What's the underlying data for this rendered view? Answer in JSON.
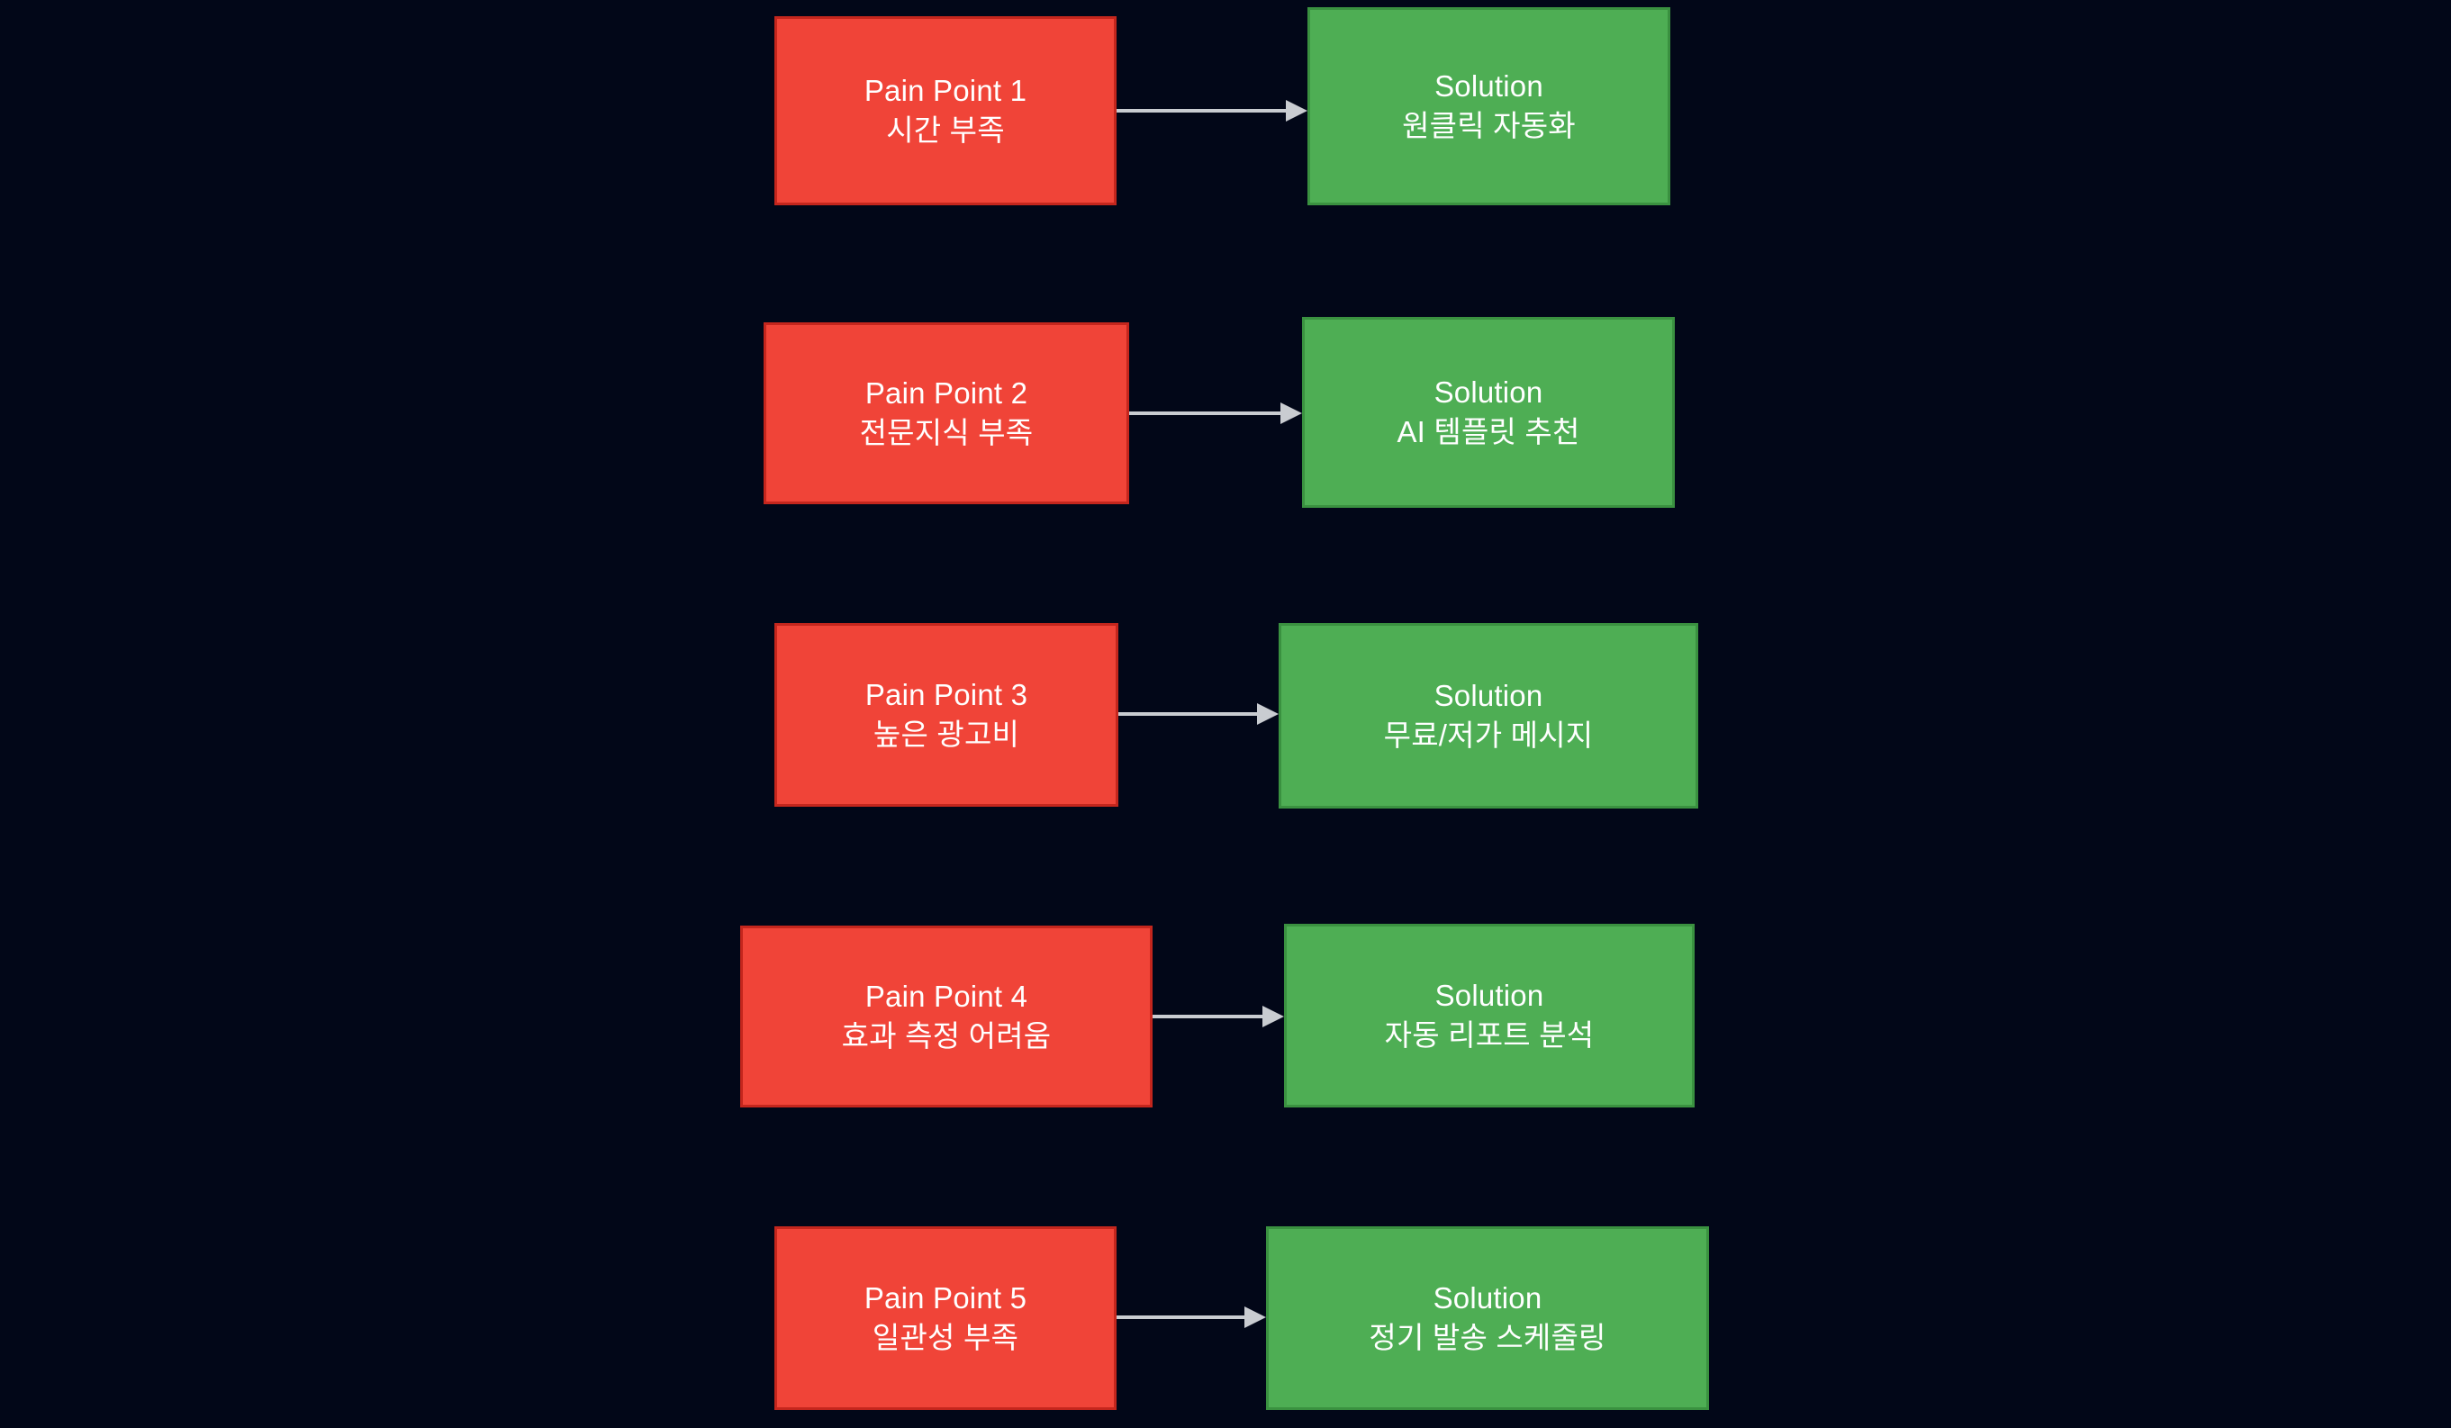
{
  "diagram": {
    "type": "flowchart",
    "background_color": "#020718",
    "pain_color": "#f04438",
    "solution_color": "#4eae54",
    "arrow_color": "#c9ccd1",
    "text_color": "#ffffff",
    "rows": [
      {
        "pain": {
          "title": "Pain Point 1",
          "detail": "시간 부족"
        },
        "solution": {
          "title": "Solution",
          "detail": "원클릭 자동화"
        },
        "arrow": "arrow-right"
      },
      {
        "pain": {
          "title": "Pain Point 2",
          "detail": "전문지식 부족"
        },
        "solution": {
          "title": "Solution",
          "detail": "AI 템플릿 추천"
        },
        "arrow": "arrow-right"
      },
      {
        "pain": {
          "title": "Pain Point 3",
          "detail": "높은 광고비"
        },
        "solution": {
          "title": "Solution",
          "detail": "무료/저가 메시지"
        },
        "arrow": "arrow-right"
      },
      {
        "pain": {
          "title": "Pain Point 4",
          "detail": "효과 측정 어려움"
        },
        "solution": {
          "title": "Solution",
          "detail": "자동 리포트 분석"
        },
        "arrow": "arrow-right"
      },
      {
        "pain": {
          "title": "Pain Point 5",
          "detail": "일관성 부족"
        },
        "solution": {
          "title": "Solution",
          "detail": "정기 발송 스케줄링"
        },
        "arrow": "arrow-right"
      }
    ]
  }
}
